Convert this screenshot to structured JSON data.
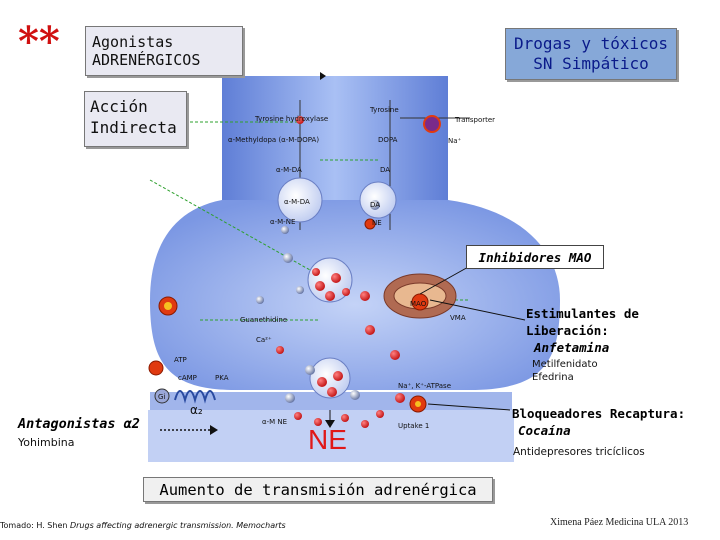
{
  "header": {
    "stars": "**",
    "agonistas_line1": "Agonistas",
    "agonistas_line2": "ADRENÉRGICOS",
    "drogas_line1": "Drogas y tóxicos",
    "drogas_line2": "SN Simpático"
  },
  "accion": {
    "line1": "Acción",
    "line2": "Indirecta"
  },
  "diagram_labels": {
    "tyrosine_hydroxylase": "Tyrosine hydroxylase",
    "tyrosine": "Tyrosine",
    "transporter": "Transporter",
    "na": "Na⁺",
    "methyldopa": "α-Methyldopa (α-M-DOPA)",
    "dopa": "DOPA",
    "am_da": "α-M-DA",
    "da": "DA",
    "am_da2": "α-M-DA",
    "am_ne": "α-M-NE",
    "da2": "DA",
    "ne": "NE",
    "mao": "MAO",
    "guanethidine": "Guanethidine",
    "vma": "VMA",
    "ca": "Ca²⁺",
    "atp": "ATP",
    "camp": "cAMP",
    "pka": "PKA",
    "atpase": "Na⁺, K⁺-ATPase",
    "alpha2": "α₂",
    "am_ne_cleft": "α-M NE",
    "uptake": "Uptake 1",
    "gi": "Gi"
  },
  "imao": "Inhibidores MAO",
  "estimulantes": {
    "line1": "Estimulantes de",
    "line2": "Liberación:",
    "line3": "Anfetamina",
    "sub1": "Metilfenidato",
    "sub2": "Efedrina"
  },
  "antagonistas": {
    "title": "Antagonistas α2",
    "sub": "Yohimbina"
  },
  "ne_center": "NE",
  "bloqueadores": {
    "line1": "Bloqueadores Recaptura:",
    "line2": "Cocaína",
    "sub": "Antidepresores tricíclicos"
  },
  "aumento": "Aumento de transmisión adrenérgica",
  "credit": {
    "prefix": "Tomado: H. Shen ",
    "italic": "Drugs affecting adrenergic transmission. Memocharts"
  },
  "author": "Ximena Páez Medicina ULA 2013",
  "colors": {
    "ne_red": "#e01818",
    "neuron_blue": "#6f8fe0",
    "drogas_bg": "#86a8d8"
  }
}
